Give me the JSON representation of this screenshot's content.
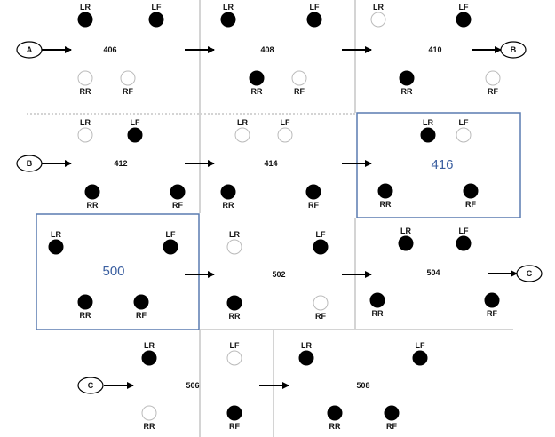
{
  "labels": {
    "lr": "LR",
    "lf": "LF",
    "rr": "RR",
    "rf": "RF"
  },
  "colors": {
    "filled": "#000000",
    "empty": "#ffffff",
    "empty_stroke": "#bbbbbb",
    "box": "#5a7bb0",
    "divider": "#aaaaaa",
    "big_number": "#3b5fa0"
  },
  "cells": [
    {
      "id": "406",
      "label": "406",
      "LR": "filled",
      "LF": "filled",
      "RR": "empty",
      "RF": "empty"
    },
    {
      "id": "408",
      "label": "408",
      "LR": "filled",
      "LF": "filled",
      "RR": "filled",
      "RF": "empty"
    },
    {
      "id": "410",
      "label": "410",
      "LR": "empty",
      "LF": "filled",
      "RR": "filled",
      "RF": "empty"
    },
    {
      "id": "412",
      "label": "412",
      "LR": "empty",
      "LF": "filled",
      "RR": "filled",
      "RF": "filled"
    },
    {
      "id": "414",
      "label": "414",
      "LR": "empty",
      "LF": "empty",
      "RR": "filled",
      "RF": "filled"
    },
    {
      "id": "416",
      "label": "416",
      "LR": "filled",
      "LF": "empty",
      "RR": "filled",
      "RF": "filled"
    },
    {
      "id": "500",
      "label": "500",
      "LR": "filled",
      "LF": "filled",
      "RR": "filled",
      "RF": "filled"
    },
    {
      "id": "502",
      "label": "502",
      "LR": "empty",
      "LF": "filled",
      "RR": "filled",
      "RF": "empty"
    },
    {
      "id": "504",
      "label": "504",
      "LR": "filled",
      "LF": "filled",
      "RR": "filled",
      "RF": "filled"
    },
    {
      "id": "506",
      "label": "506",
      "LR": "filled",
      "LF": "empty",
      "RR": "empty",
      "RF": "filled"
    },
    {
      "id": "508",
      "label": "508",
      "LR": "filled",
      "LF": "filled",
      "RR": "filled",
      "RF": "filled"
    }
  ],
  "terminals": [
    {
      "id": "A-start",
      "label": "A"
    },
    {
      "id": "B-end",
      "label": "B"
    },
    {
      "id": "B-start",
      "label": "B"
    },
    {
      "id": "C-end",
      "label": "C"
    },
    {
      "id": "C-start",
      "label": "C"
    }
  ]
}
